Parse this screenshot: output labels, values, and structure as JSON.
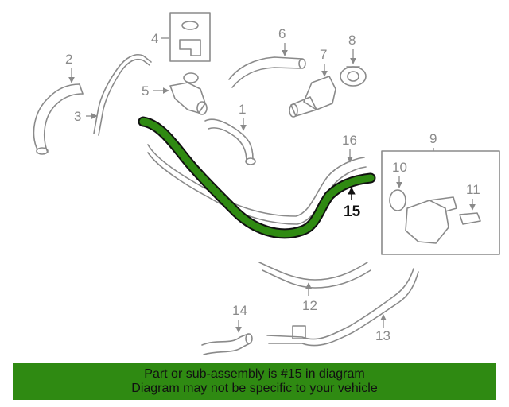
{
  "diagram": {
    "callouts": [
      "1",
      "2",
      "3",
      "4",
      "5",
      "6",
      "7",
      "8",
      "9",
      "10",
      "11",
      "12",
      "13",
      "14",
      "15",
      "16"
    ],
    "highlight_color": "#2f8a12",
    "leader_highlight_color": "#111111",
    "part_color": "#8a8a8a"
  },
  "banner": {
    "line1": "Part or sub-assembly is #15 in diagram",
    "line2": "Diagram may not be specific to your vehicle",
    "background": "#2f8a12"
  }
}
